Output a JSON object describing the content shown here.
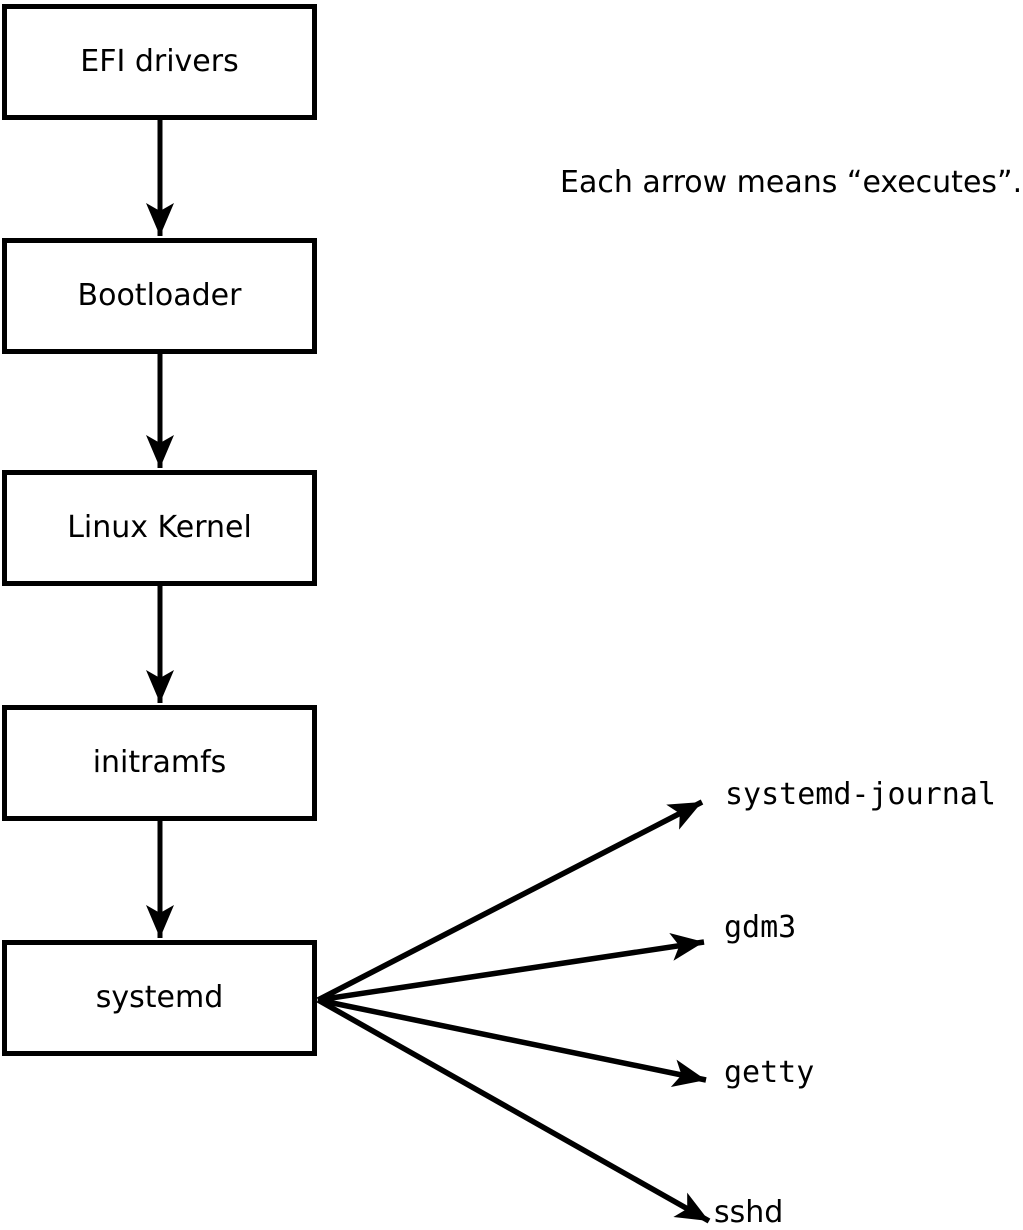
{
  "annotation": "Each arrow means “executes”.",
  "chain": [
    {
      "label": "EFI drivers"
    },
    {
      "label": "Bootloader"
    },
    {
      "label": "Linux Kernel"
    },
    {
      "label": "initramfs"
    },
    {
      "label": "systemd"
    }
  ],
  "targets": [
    {
      "label": "systemd-journal"
    },
    {
      "label": "gdm3"
    },
    {
      "label": "getty"
    },
    {
      "label": "sshd"
    }
  ],
  "edges": [
    {
      "from": "EFI drivers",
      "to": "Bootloader",
      "meaning": "executes"
    },
    {
      "from": "Bootloader",
      "to": "Linux Kernel",
      "meaning": "executes"
    },
    {
      "from": "Linux Kernel",
      "to": "initramfs",
      "meaning": "executes"
    },
    {
      "from": "initramfs",
      "to": "systemd",
      "meaning": "executes"
    },
    {
      "from": "systemd",
      "to": "systemd-journal",
      "meaning": "executes"
    },
    {
      "from": "systemd",
      "to": "gdm3",
      "meaning": "executes"
    },
    {
      "from": "systemd",
      "to": "getty",
      "meaning": "executes"
    },
    {
      "from": "systemd",
      "to": "sshd",
      "meaning": "executes"
    }
  ],
  "colors": {
    "ink": "#000000",
    "background": "#ffffff"
  }
}
